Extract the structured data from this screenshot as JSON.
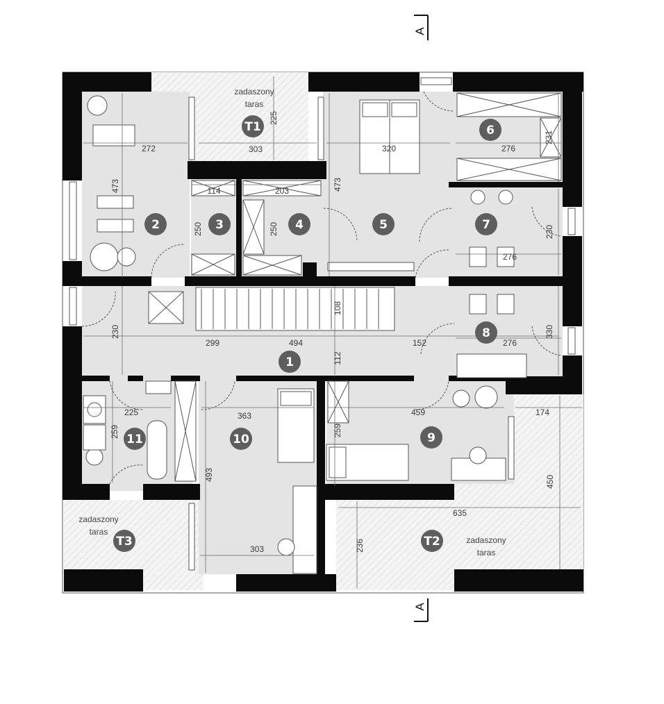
{
  "section_markers": {
    "top": "A",
    "bottom": "A"
  },
  "rooms": [
    {
      "label": "1"
    },
    {
      "label": "2"
    },
    {
      "label": "3"
    },
    {
      "label": "4"
    },
    {
      "label": "5"
    },
    {
      "label": "6"
    },
    {
      "label": "7"
    },
    {
      "label": "8"
    },
    {
      "label": "9"
    },
    {
      "label": "10"
    },
    {
      "label": "11"
    },
    {
      "label": "T1"
    },
    {
      "label": "T2"
    },
    {
      "label": "T3"
    }
  ],
  "terraces": [
    {
      "line1": "zadaszony",
      "line2": "taras"
    },
    {
      "line1": "zadaszony",
      "line2": "taras"
    },
    {
      "line1": "zadaszony",
      "line2": "taras"
    }
  ],
  "dimensions": [
    "303",
    "225",
    "272",
    "473",
    "114",
    "203",
    "250",
    "250",
    "320",
    "473",
    "276",
    "231",
    "276",
    "230",
    "230",
    "299",
    "494",
    "108",
    "152",
    "276",
    "330",
    "112",
    "225",
    "259",
    "363",
    "493",
    "303",
    "259",
    "459",
    "174",
    "450",
    "635",
    "236"
  ]
}
